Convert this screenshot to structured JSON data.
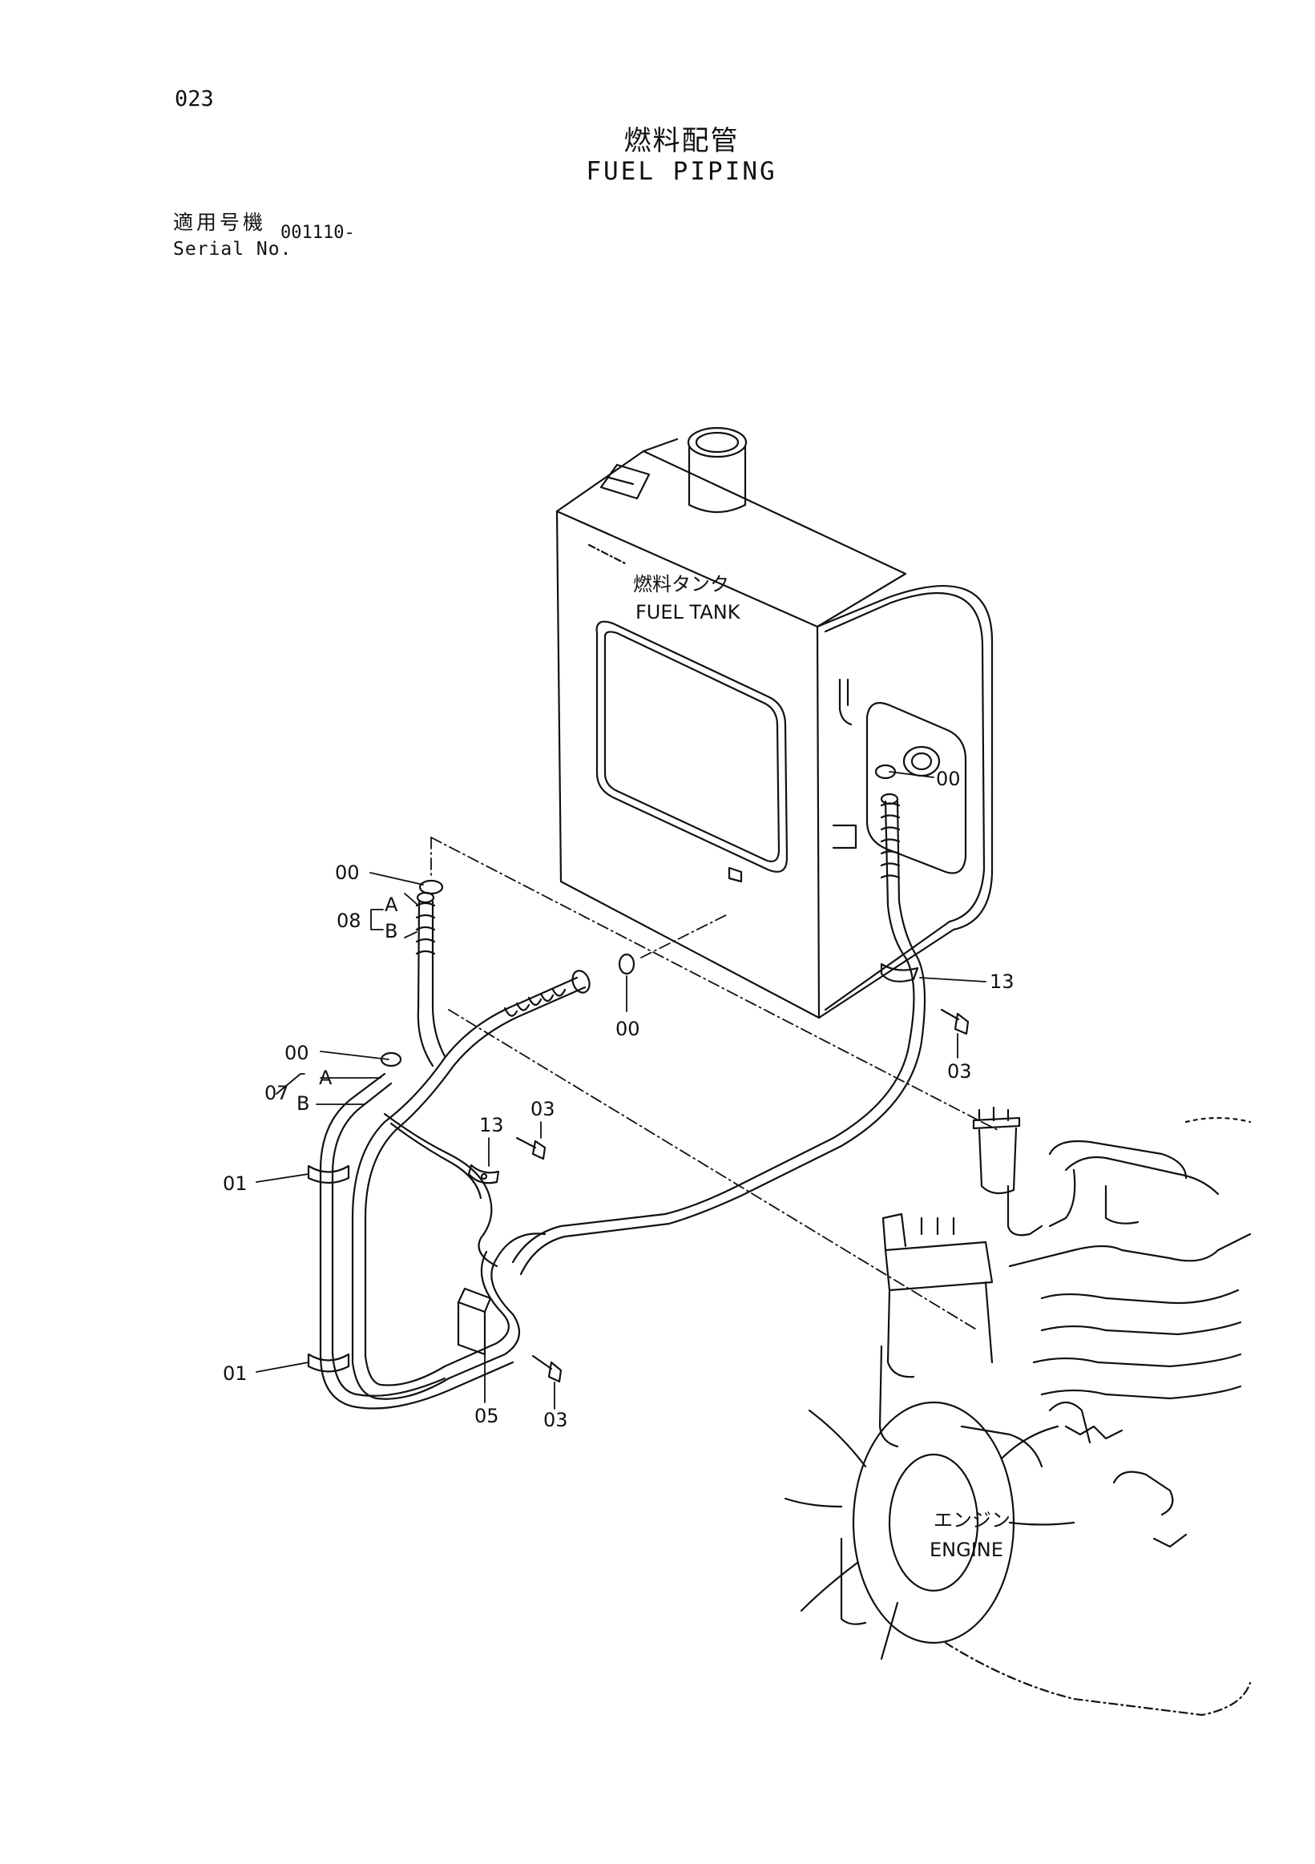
{
  "page": {
    "number": "023"
  },
  "title": {
    "ja": "燃料配管",
    "en": "FUEL PIPING"
  },
  "serial": {
    "label_ja": "適用号機",
    "label_en": "Serial No.",
    "value": "001110-"
  },
  "components": {
    "fuel_tank": {
      "ja": "燃料タンク",
      "en": "FUEL TANK"
    },
    "engine": {
      "ja": "エンジン",
      "en": "ENGINE"
    }
  },
  "callouts": {
    "c00_tank": "00",
    "c00_upper_left": "00",
    "c08": "08",
    "c08_a": "A",
    "c08_b": "B",
    "c00_mid": "00",
    "c00_left": "00",
    "c07": "07",
    "c07_a": "A",
    "c07_b": "B",
    "c13_right": "13",
    "c03_right": "03",
    "c13_mid": "13",
    "c03_mid": "03",
    "c01_upper": "01",
    "c01_lower": "01",
    "c05": "05",
    "c03_lower": "03"
  }
}
